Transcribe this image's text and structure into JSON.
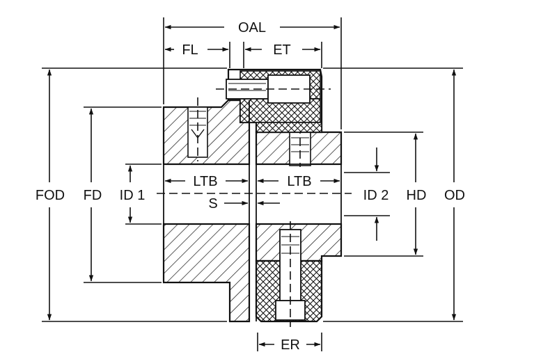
{
  "labels": {
    "oal": "OAL",
    "fl": "FL",
    "et": "ET",
    "fod": "FOD",
    "fd": "FD",
    "id1": "ID 1",
    "ltb_left": "LTB",
    "ltb_right": "LTB",
    "s": "S",
    "id2": "ID 2",
    "hd": "HD",
    "od": "OD",
    "er": "ER"
  },
  "colors": {
    "line": "#111111",
    "background": "#ffffff",
    "hatch": "#111111"
  }
}
